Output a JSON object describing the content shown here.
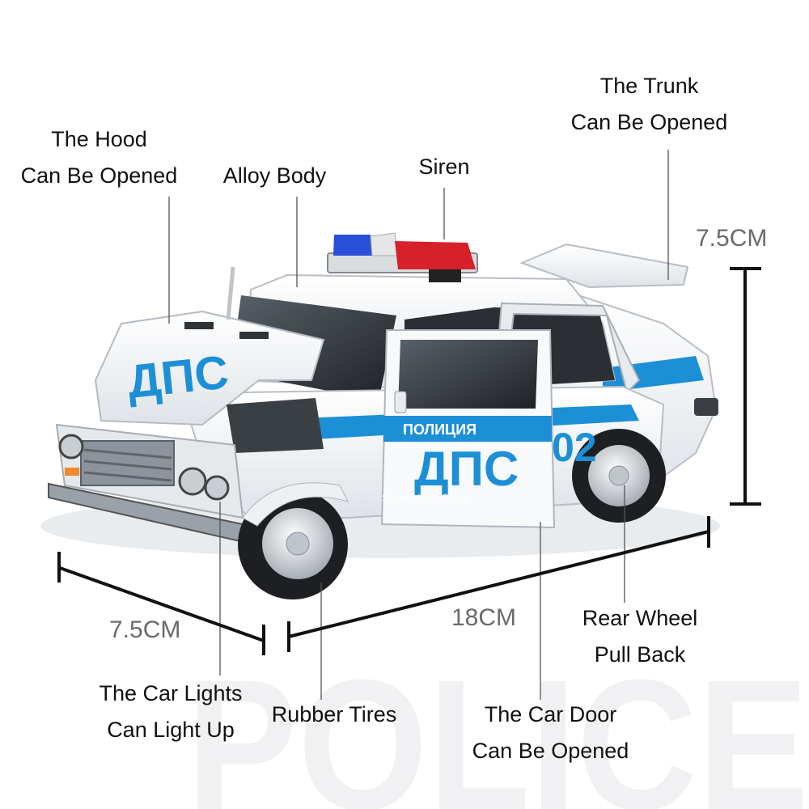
{
  "labels": {
    "hood": [
      "The Hood",
      "Can Be Opened"
    ],
    "alloy_body": "Alloy Body",
    "siren": "Siren",
    "trunk": [
      "The Trunk",
      "Can Be Opened"
    ],
    "car_lights": [
      "The Car Lights",
      "Can Light Up"
    ],
    "rubber_tires": "Rubber Tires",
    "car_door": [
      "The Car Door",
      "Can Be Opened"
    ],
    "rear_wheel": [
      "Rear Wheel",
      "Pull Back"
    ]
  },
  "dimensions": {
    "height": "7.5CM",
    "width": "7.5CM",
    "length": "18CM"
  },
  "car_markings": {
    "hood_text": "ДПС",
    "door_text": "ДПС",
    "stripe_text": "ПОЛИЦИЯ",
    "number": "02",
    "watermark": "Store No.912543"
  },
  "background_text": "POLICE",
  "colors": {
    "stripe_blue": "#1c8fd6",
    "body_white": "#f4f6f8",
    "siren_red": "#d6202a",
    "siren_blue": "#2a4fd8"
  }
}
